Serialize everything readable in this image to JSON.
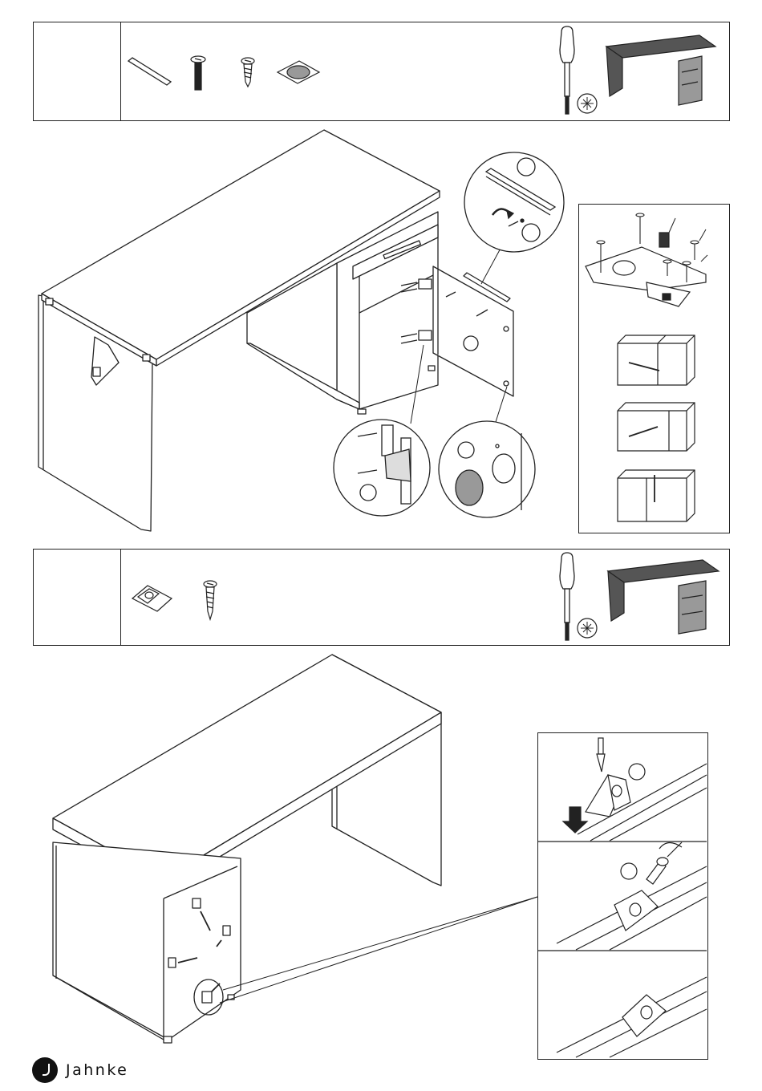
{
  "brand": {
    "name": "Jahnke"
  },
  "steps": [
    {
      "parts": [
        "dowel-strip",
        "machine-screw",
        "wood-screw",
        "felt-pad"
      ],
      "tools": [
        "phillips-screwdriver"
      ]
    },
    {
      "parts": [
        "corner-bracket",
        "wood-screw"
      ],
      "tools": [
        "phillips-screwdriver"
      ]
    }
  ],
  "colors": {
    "line": "#222222",
    "grey_fill": "#9a9a9a",
    "panel_fill": "#ffffff"
  }
}
